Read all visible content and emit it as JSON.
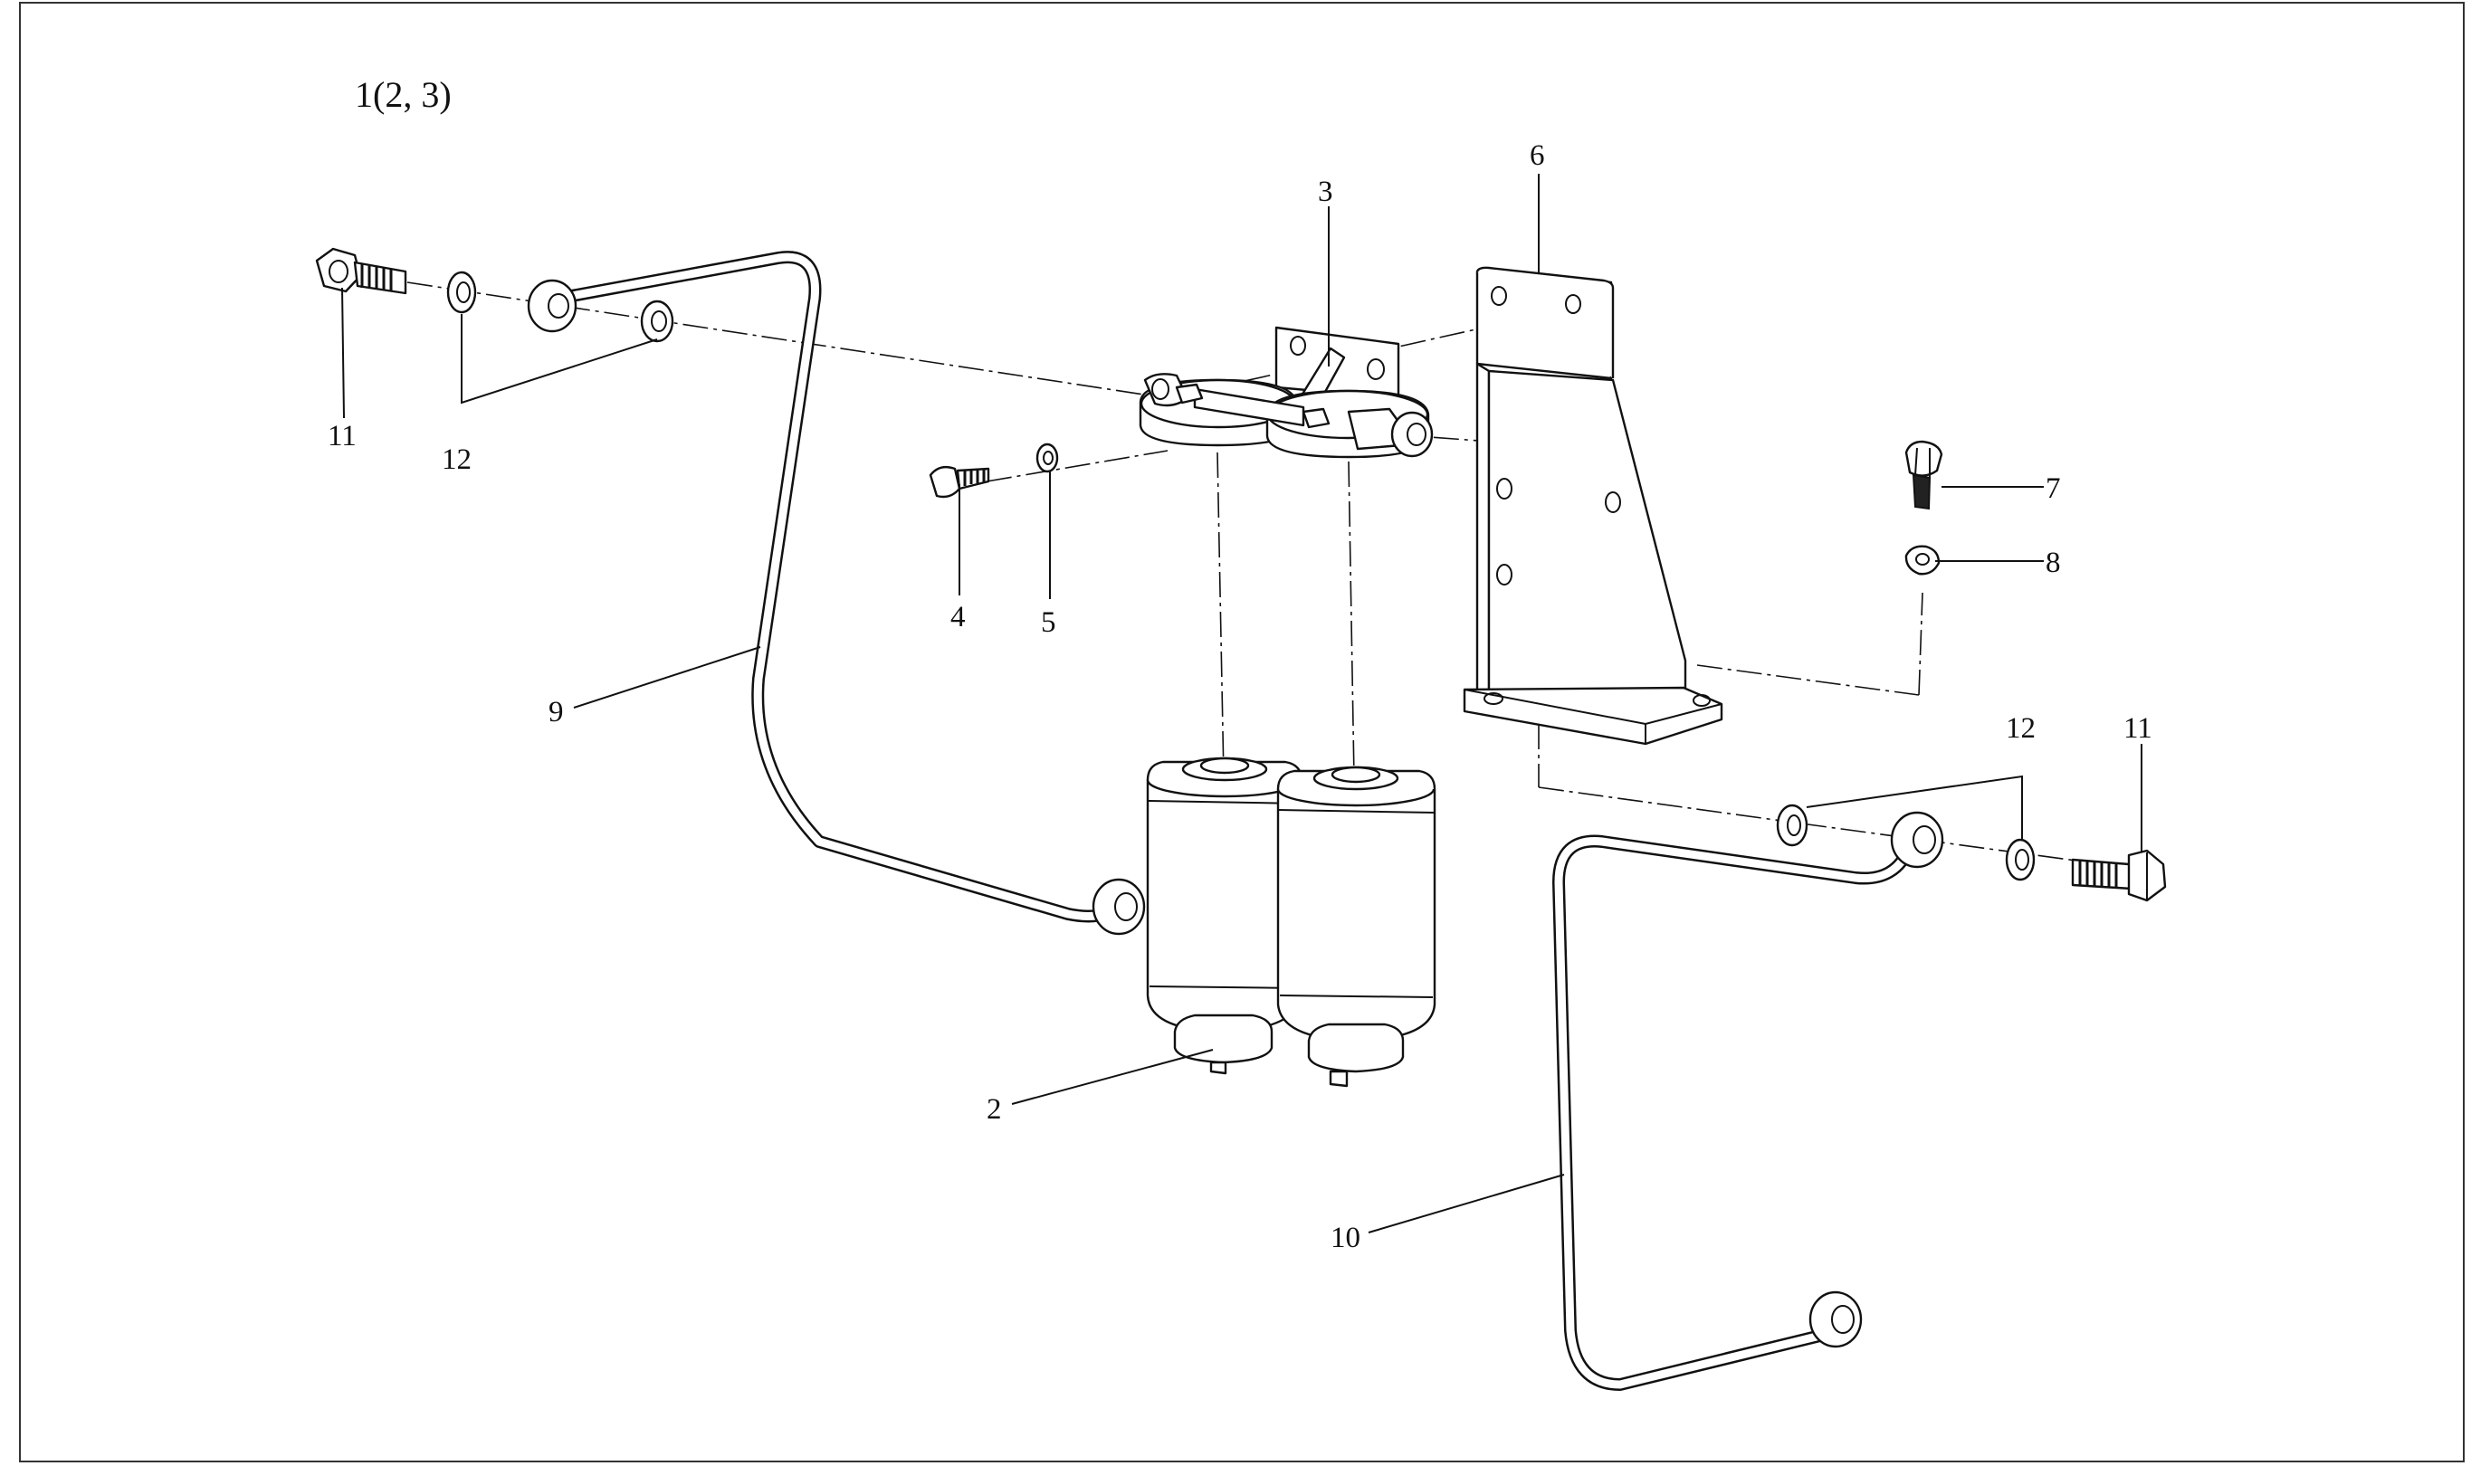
{
  "diagram": {
    "title": "1(2, 3)",
    "callouts": {
      "fuel_filter": "2",
      "filter_head": "3",
      "bolt": "4",
      "washer": "5",
      "bracket": "6",
      "bracket_bolt": "7",
      "bracket_washer": "8",
      "left_pipe": "9",
      "right_pipe": "10",
      "banjo_bolt_left": "11",
      "seal_washers_left": "12",
      "seal_washers_right": "12",
      "banjo_bolt_right": "11"
    }
  }
}
